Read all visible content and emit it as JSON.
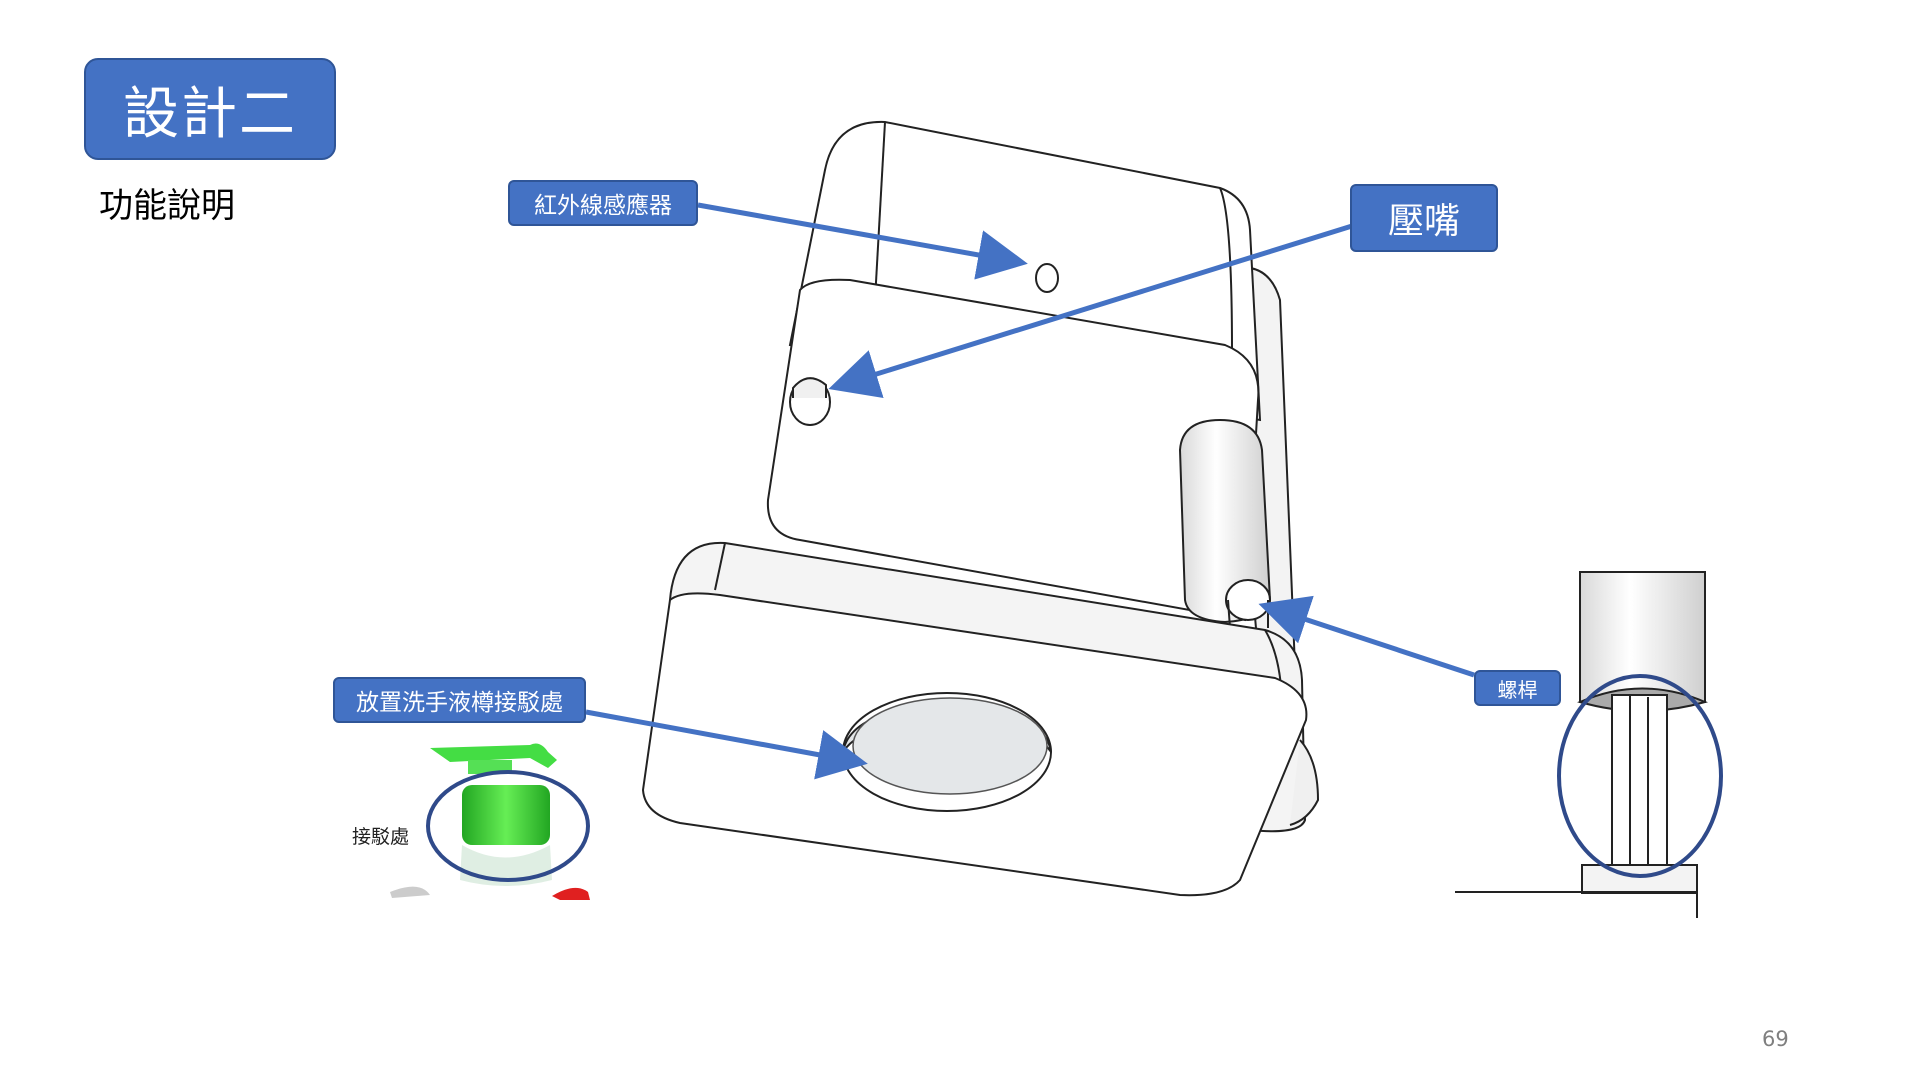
{
  "slide": {
    "title": "設計二",
    "subtitle": "功能說明",
    "page_number": "69"
  },
  "callouts": {
    "sensor": "紅外線感應器",
    "nozzle": "壓嘴",
    "screw": "螺桿",
    "dock": "放置洗手液樽接駁處"
  },
  "inset": {
    "dock_caption": "接駁處"
  },
  "colors": {
    "accent": "#4472c4",
    "accent_border": "#2f5597",
    "arrow": "#4472c4",
    "circle": "#2f4a8a",
    "bottle_green": "#33cc33"
  }
}
